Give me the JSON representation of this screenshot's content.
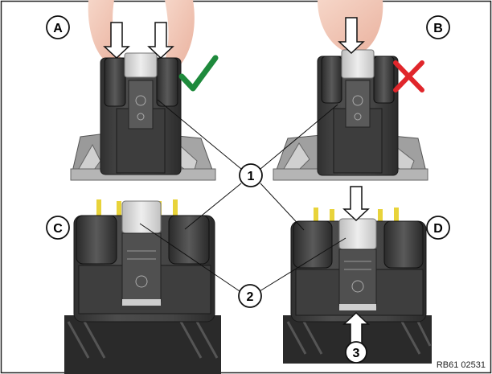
{
  "panels": {
    "a": "A",
    "b": "B",
    "c": "C",
    "d": "D"
  },
  "callouts": {
    "c1": "1",
    "c2": "2",
    "c3": "3"
  },
  "reference": "RB61 02531",
  "colors": {
    "ok_mark": "#1e8a3c",
    "wrong_mark": "#e0262b",
    "connector_dark": "#3a3a3a",
    "latch_light": "#d8d8d8",
    "pin_yellow": "#e8d33a",
    "skin": "#f3c9b8"
  },
  "icons": {
    "ok": "check-mark-icon",
    "wrong": "x-mark-icon",
    "push": "down-arrow-icon",
    "push_up": "up-arrow-icon"
  }
}
